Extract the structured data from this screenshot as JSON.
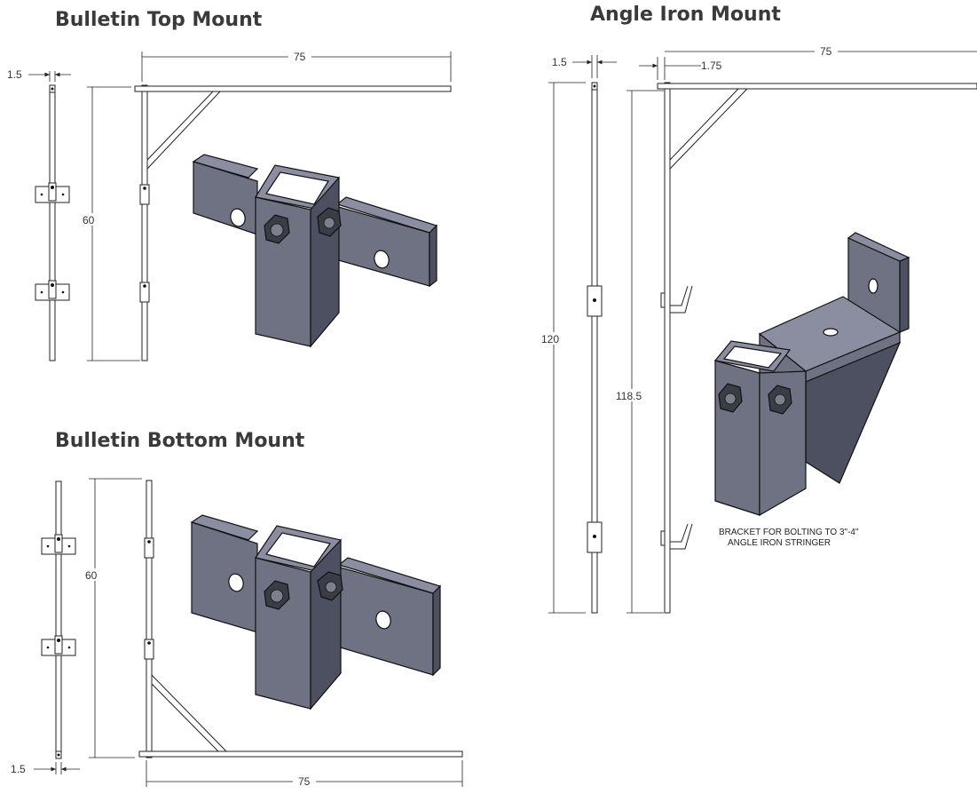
{
  "titles": {
    "top_mount": "Bulletin Top Mount",
    "bottom_mount": "Bulletin Bottom Mount",
    "angle_mount": "Angle Iron Mount"
  },
  "dimensions": {
    "top_width": "75",
    "top_height": "60",
    "top_tube": "1.5",
    "bottom_width": "75",
    "bottom_height": "60",
    "bottom_tube": "1.5",
    "angle_width": "75",
    "angle_tube": "1.5",
    "angle_offset": "1.75",
    "angle_height_total": "120",
    "angle_height_inner": "118.5"
  },
  "note": {
    "line1": "BRACKET FOR BOLTING TO 3\"-4\"",
    "line2": "ANGLE IRON STRINGER"
  },
  "colors": {
    "bracket": "#6e7282",
    "bracket_dark": "#4c5060",
    "nut": "#3a3d46",
    "title": "#3a3a3a"
  }
}
